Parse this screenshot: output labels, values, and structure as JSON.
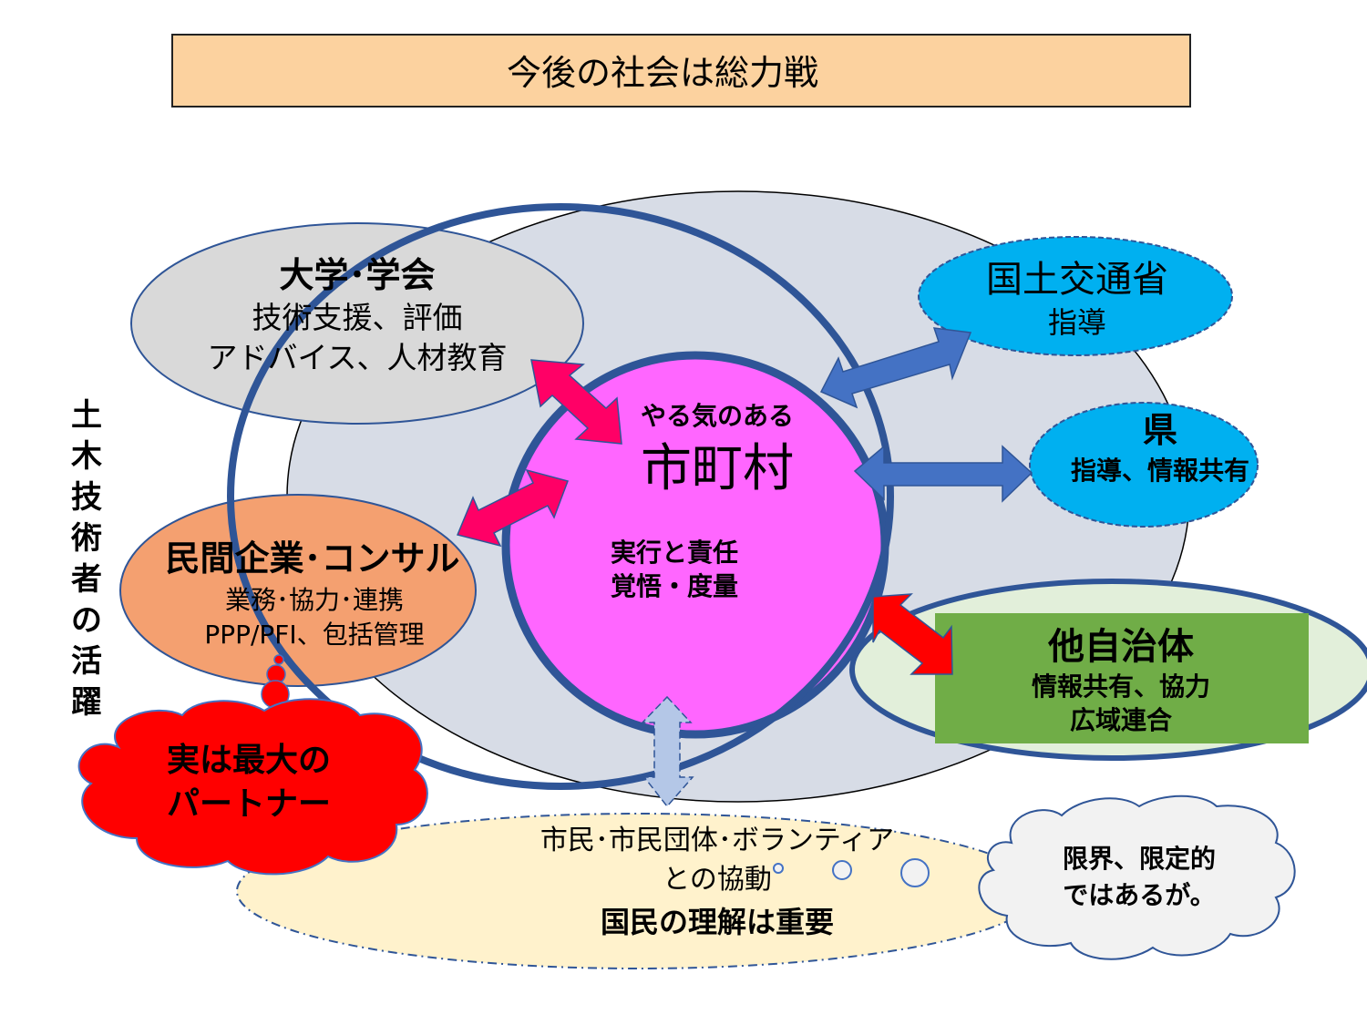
{
  "title": "今後の社会は総力戦",
  "side_label": [
    "土",
    "木",
    "技",
    "術",
    "者",
    "の",
    "活",
    "躍"
  ],
  "colors": {
    "title_fill": "#fcd29f",
    "big_ellipse": "#d7dce6",
    "frame_circle": "#2f5597",
    "university": "#d9d9d9",
    "municipality": "#ff66ff",
    "ministry": "#00b0f0",
    "private": "#f4a070",
    "other_gov_box": "#70ad47",
    "other_gov_ellipse": "#e2efda",
    "citizens": "#fff2cc",
    "partner_cloud": "#ff0000",
    "limit_cloud": "#f2f2f2",
    "pink_arrow": "#ff0066",
    "blue_arrow": "#4472c4",
    "red_arrow": "#ff0000",
    "light_arrow": "#b4c7e7"
  },
  "university": {
    "title": "大学･学会",
    "line1": "技術支援、評価",
    "line2": "アドバイス、人材教育"
  },
  "municipality": {
    "pre": "やる気のある",
    "title": "市町村",
    "line1": "実行と責任",
    "line2": "覚悟・度量"
  },
  "ministry": {
    "title": "国土交通省",
    "line1": "指導"
  },
  "prefecture": {
    "title": "県",
    "line1": "指導、情報共有"
  },
  "private": {
    "title": "民間企業･コンサル",
    "line1": "業務･協力･連携",
    "line2": "PPP/PFI、包括管理"
  },
  "other_gov": {
    "title": "他自治体",
    "line1": "情報共有、協力",
    "line2": "広域連合"
  },
  "partner_cloud": {
    "line1": "実は最大の",
    "line2": "パートナー"
  },
  "citizens": {
    "line1": "市民･市民団体･ボランティア",
    "line2": "との協動",
    "line3": "国民の理解は重要"
  },
  "limit_cloud": {
    "line1": "限界、限定的",
    "line2": "ではあるが。"
  }
}
